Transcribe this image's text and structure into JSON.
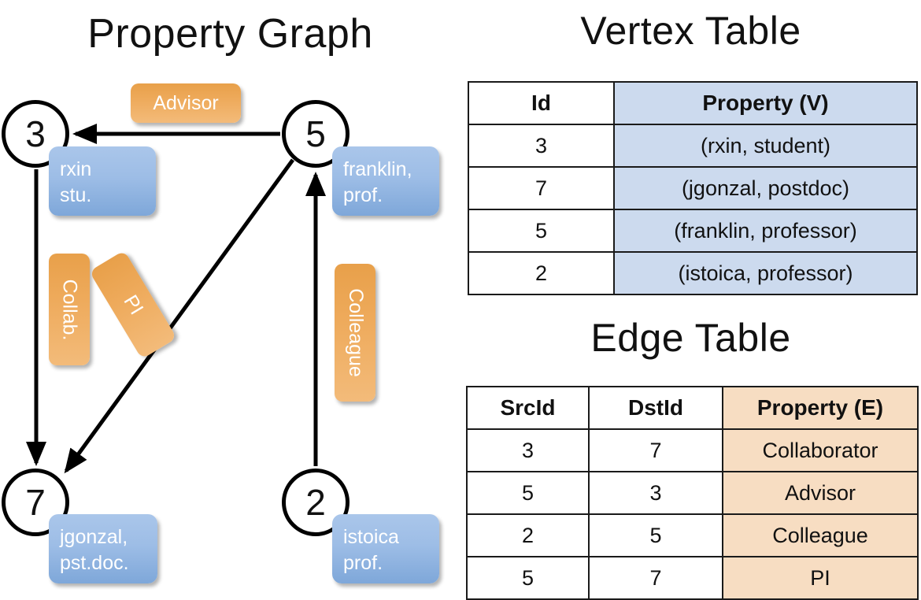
{
  "titles": {
    "property_graph": "Property Graph",
    "vertex_table": "Vertex Table",
    "edge_table": "Edge Table"
  },
  "graph": {
    "nodes": [
      {
        "id": "3",
        "property_line1": "rxin",
        "property_line2": "stu."
      },
      {
        "id": "5",
        "property_line1": "franklin,",
        "property_line2": "prof."
      },
      {
        "id": "7",
        "property_line1": "jgonzal,",
        "property_line2": "pst.doc."
      },
      {
        "id": "2",
        "property_line1": "istoica",
        "property_line2": "prof."
      }
    ],
    "edge_labels": [
      {
        "name": "advisor",
        "text": "Advisor"
      },
      {
        "name": "collab",
        "text": "Collab."
      },
      {
        "name": "pi",
        "text": "PI"
      },
      {
        "name": "colleague",
        "text": "Colleague"
      }
    ]
  },
  "vertex_table": {
    "headers": [
      "Id",
      "Property (V)"
    ],
    "rows": [
      [
        "3",
        "(rxin, student)"
      ],
      [
        "7",
        "(jgonzal, postdoc)"
      ],
      [
        "5",
        "(franklin, professor)"
      ],
      [
        "2",
        "(istoica, professor)"
      ]
    ]
  },
  "edge_table": {
    "headers": [
      "SrcId",
      "DstId",
      "Property (E)"
    ],
    "rows": [
      [
        "3",
        "7",
        "Collaborator"
      ],
      [
        "5",
        "3",
        "Advisor"
      ],
      [
        "2",
        "5",
        "Colleague"
      ],
      [
        "5",
        "7",
        "PI"
      ]
    ]
  },
  "colors": {
    "vertex_box": "#9dbde6",
    "edge_box": "#eeaa5b",
    "vertex_table_accent": "#ccdaee",
    "edge_table_accent": "#f7ddc2",
    "stroke": "#000000"
  }
}
